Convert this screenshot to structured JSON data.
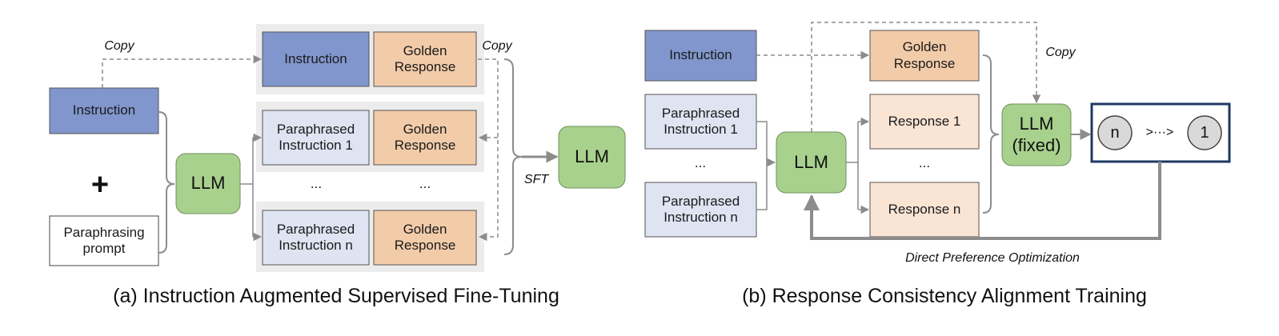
{
  "panel_a": {
    "caption": "(a) Instruction Augmented Supervised Fine-Tuning",
    "instruction": "Instruction",
    "plus": "+",
    "paraphrasing_prompt": [
      "Paraphrasing",
      "prompt"
    ],
    "llm": "LLM",
    "copy_top": "Copy",
    "copy_right": "Copy",
    "pair_instruction": "Instruction",
    "golden_response": [
      "Golden",
      "Response"
    ],
    "paraphrased_1": [
      "Paraphrased",
      "Instruction 1"
    ],
    "paraphrased_n": [
      "Paraphrased",
      "Instruction n"
    ],
    "ellipsis": "...",
    "sft": "SFT",
    "llm_out": "LLM"
  },
  "panel_b": {
    "caption": "(b) Response Consistency Alignment Training",
    "instruction": "Instruction",
    "paraphrased_1": [
      "Paraphrased",
      "Instruction 1"
    ],
    "paraphrased_n": [
      "Paraphrased",
      "Instruction n"
    ],
    "ellipsis": "...",
    "llm": "LLM",
    "golden_response": [
      "Golden",
      "Response"
    ],
    "response_1": "Response 1",
    "response_n": "Response n",
    "copy": "Copy",
    "llm_fixed": [
      "LLM",
      "(fixed)"
    ],
    "rank_high": "n",
    "rank_sep": ">···>",
    "rank_low": "1",
    "dpo": "Direct Preference Optimization"
  },
  "colors": {
    "instruction": "#8096cc",
    "golden": "#f2cba9",
    "response": "#fae4d4",
    "paraphrased": "#dfe4f2",
    "llm": "#a9d18e",
    "group_bg": "#ececec",
    "arrow": "#8c8c8c",
    "node_circle": "#d9d9d9",
    "ranking_border": "#1f3864"
  }
}
